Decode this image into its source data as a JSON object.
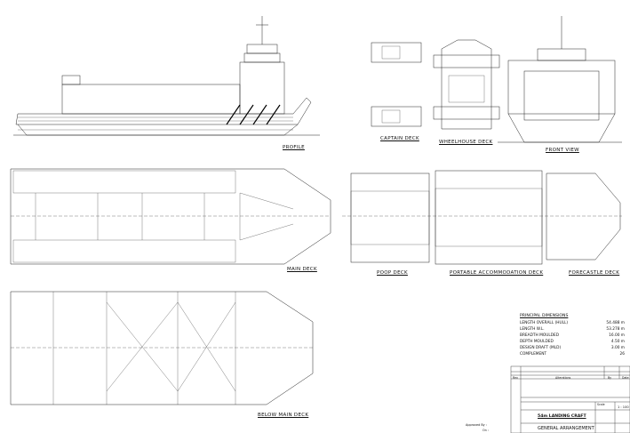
{
  "views": {
    "profile": "PROFILE",
    "captain_deck": "CAPTAIN DECK",
    "wheelhouse_deck": "WHEELHOUSE DECK",
    "front_view": "FRONT VIEW",
    "main_deck": "MAIN DECK",
    "poop_deck": "POOP DECK",
    "portable_accommodation_deck": "PORTABLE ACCOMMODATION DECK",
    "forecastle_deck": "FORECASTLE DECK",
    "below_main_deck": "BELOW MAIN DECK"
  },
  "principal_dimensions": {
    "title": "PRINCIPAL DIMENSIONS",
    "rows": [
      {
        "label": "LENGTH OVERALL (HULL)",
        "value": "54.488 m"
      },
      {
        "label": "LENGTH W.L.",
        "value": "53.278 m"
      },
      {
        "label": "BREADTH MOULDED",
        "value": "16.00 m"
      },
      {
        "label": "DEPTH MOULDED",
        "value": "4.50 m"
      },
      {
        "label": "DESIGN DRAFT (MLD)",
        "value": "3.00 m"
      },
      {
        "label": "COMPLEMENT",
        "value": "26"
      }
    ]
  },
  "title_block": {
    "rev": "Rev",
    "alterations": "Alterations",
    "by": "By",
    "date": "Date",
    "scale_label": "Scale",
    "scale": "1 : 100",
    "project": "54m LANDING CRAFT",
    "drawing_title": "GENERAL ARRANGEMENT"
  },
  "approval": {
    "approved_by": "Approved By :",
    "on": "On :"
  }
}
